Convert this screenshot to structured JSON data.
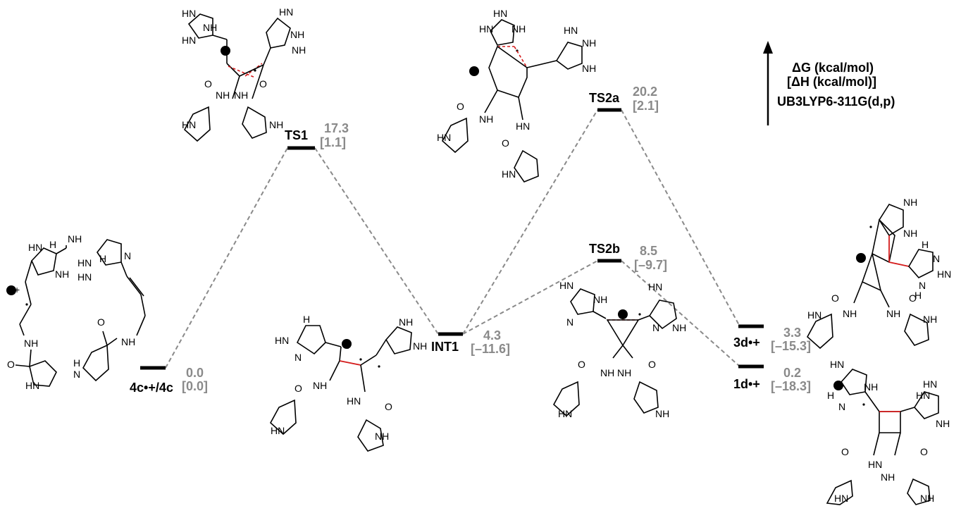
{
  "legend": {
    "line1": "ΔG (kcal/mol)",
    "line2": "[ΔH (kcal/mol)]",
    "line3": "UB3LYP6-311G(d,p)"
  },
  "states": {
    "s0": {
      "name": "4c•+/4c",
      "dG": "0.0",
      "dH": "[0.0]"
    },
    "ts1": {
      "name": "TS1",
      "dG": "17.3",
      "dH": "[1.1]"
    },
    "int1": {
      "name": "INT1",
      "dG": "4.3",
      "dH": "[–11.6]"
    },
    "ts2a": {
      "name": "TS2a",
      "dG": "20.2",
      "dH": "[2.1]"
    },
    "ts2b": {
      "name": "TS2b",
      "dG": "8.5",
      "dH": "[–9.7]"
    },
    "p3d": {
      "name": "3d•+",
      "dG": "3.3",
      "dH": "[–15.3]"
    },
    "p1d": {
      "name": "1d•+",
      "dG": "0.2",
      "dH": "[–18.3]"
    }
  },
  "atoms": {
    "HN": "HN",
    "NH": "NH",
    "N": "N",
    "H": "H",
    "O": "O",
    "plus": "+",
    "radical": "•"
  },
  "colors": {
    "level": "#000000",
    "connector": "#8a8a8a",
    "new_bond": "#d41c1c"
  }
}
